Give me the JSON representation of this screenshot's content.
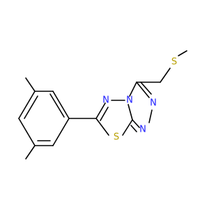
{
  "molecule": {
    "atoms": {
      "n_ring_top": {
        "symbol": "N",
        "color": "#2020ff"
      },
      "n_bridge": {
        "symbol": "N",
        "color": "#2020ff"
      },
      "n_right": {
        "symbol": "N",
        "color": "#2020ff"
      },
      "n_bottom": {
        "symbol": "N",
        "color": "#2020ff"
      },
      "s_ring": {
        "symbol": "S",
        "color": "#b8a000"
      },
      "s_chain": {
        "symbol": "S",
        "color": "#b8a000"
      }
    },
    "bond_color": "#000000"
  }
}
